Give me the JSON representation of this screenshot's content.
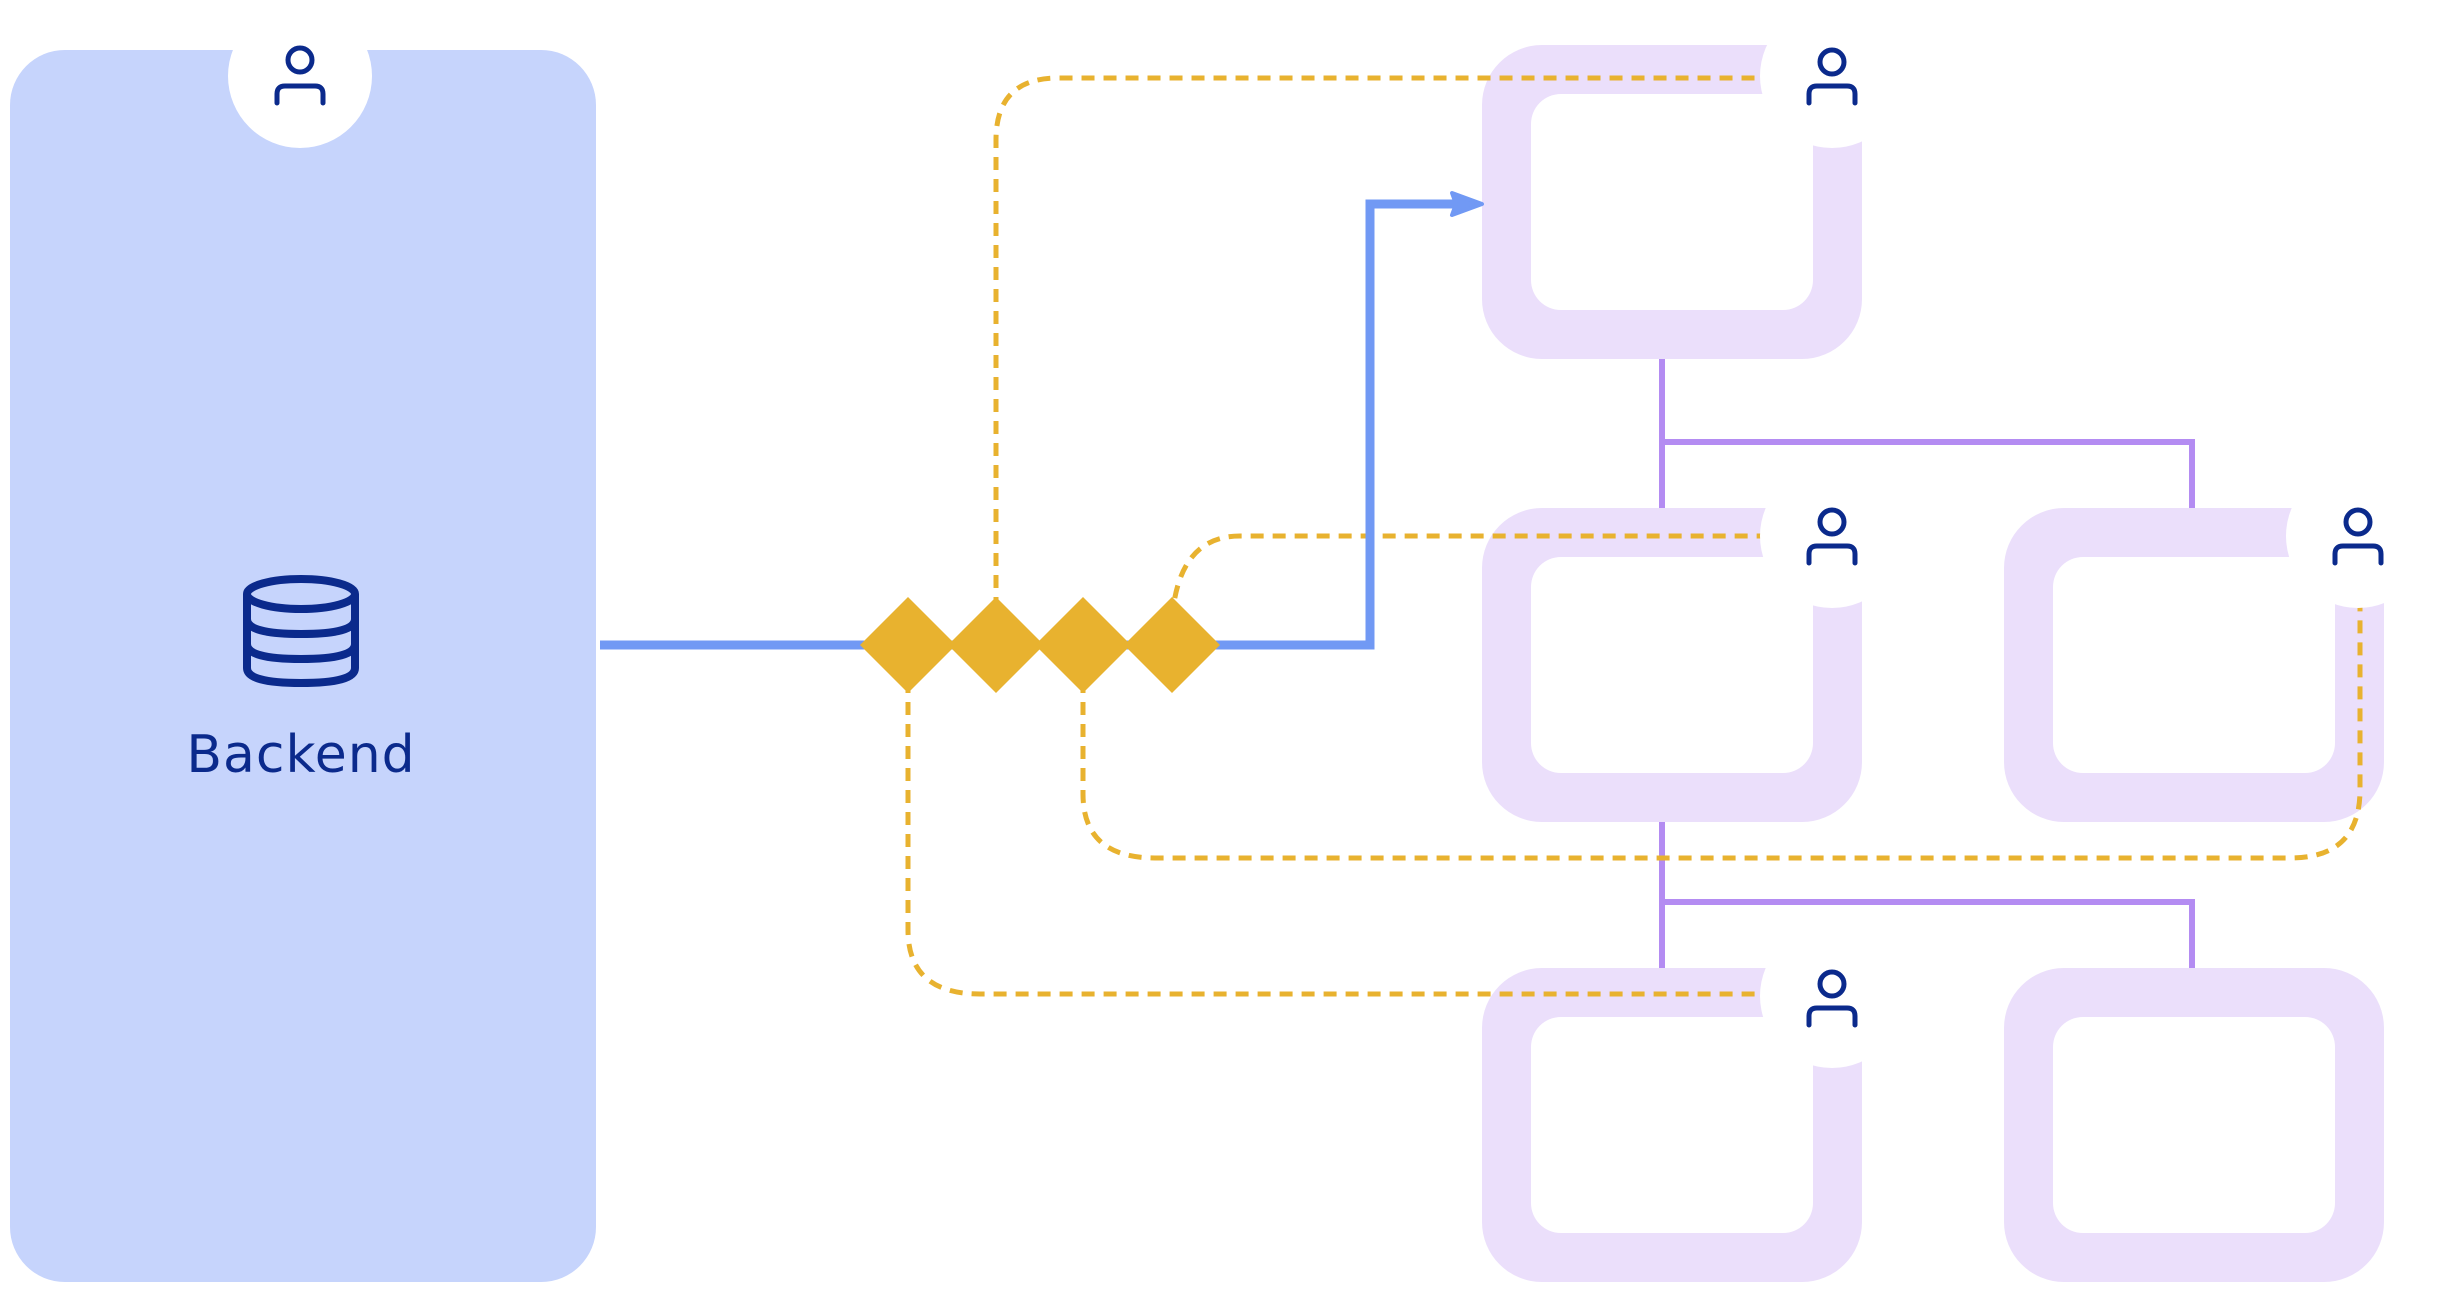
{
  "backend": {
    "label": "Backend",
    "icon": "database-icon",
    "user_icon": "user-icon"
  },
  "connectors": {
    "diamond_icon": "diamond-icon",
    "count": 4
  },
  "nodes": [
    {
      "id": "node-top",
      "user_icon": true
    },
    {
      "id": "node-mid-left",
      "user_icon": true
    },
    {
      "id": "node-mid-right",
      "user_icon": true
    },
    {
      "id": "node-bottom-left",
      "user_icon": true
    },
    {
      "id": "node-bottom-right",
      "user_icon": false
    }
  ],
  "colors": {
    "backend_fill": "#c6d4fc",
    "node_fill": "#ebdffb",
    "node_inner": "#ffffff",
    "flow_line": "#7199f4",
    "tree_line": "#b48cf2",
    "dashed_line": "#e8b22f",
    "diamond": "#e8b22f",
    "icon_stroke": "#0b2a8c"
  }
}
